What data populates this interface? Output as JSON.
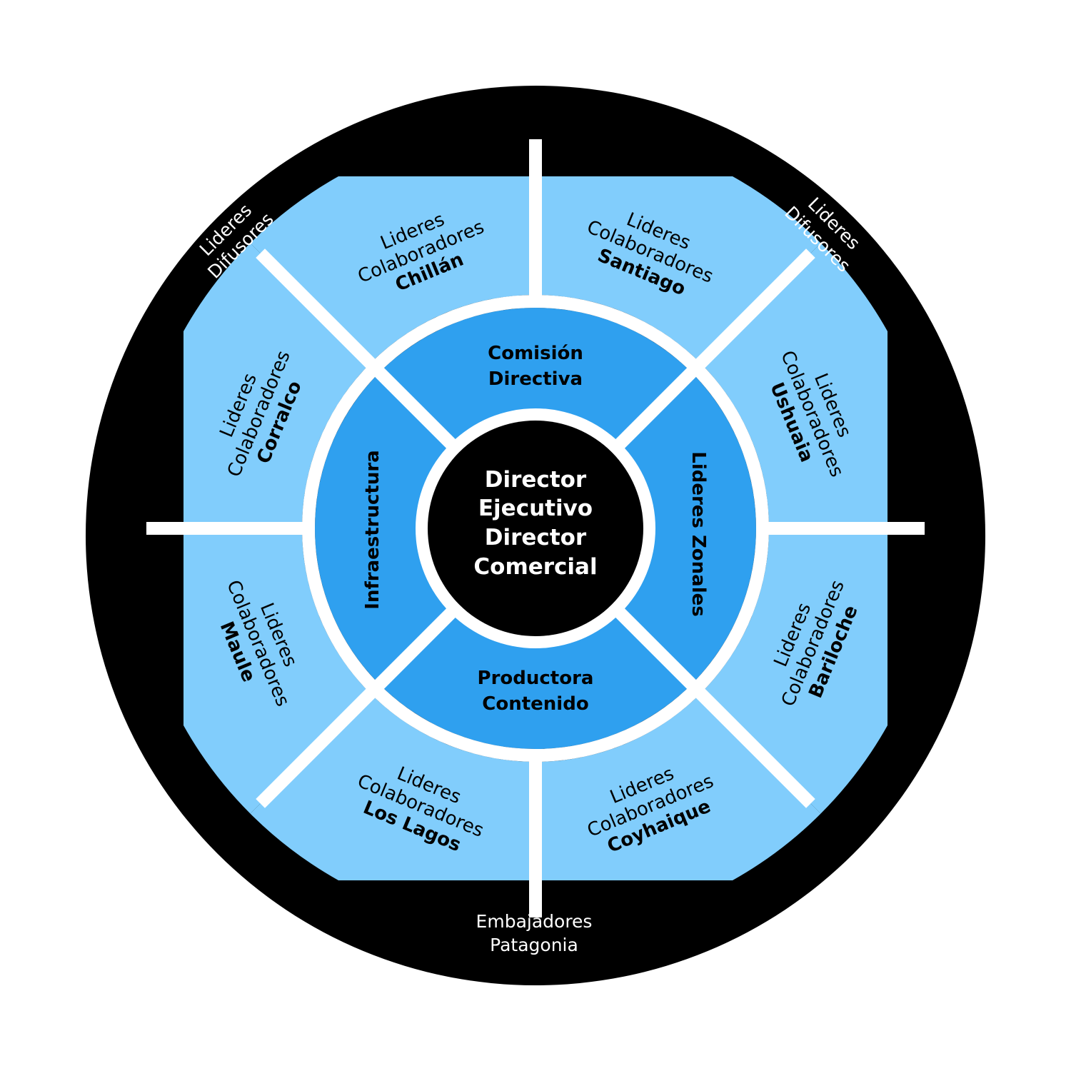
{
  "colors": {
    "outer_ring": "#000000",
    "outer_sector": "#81cdfc",
    "inner_sector": "#2fa0ef",
    "center": "#000000",
    "separator": "#ffffff"
  },
  "center": {
    "lines": [
      "Director",
      "Ejecutivo",
      "Director",
      "Comercial"
    ]
  },
  "inner_ring": [
    {
      "id": "top",
      "lines": [
        "Comisión",
        "Directiva"
      ]
    },
    {
      "id": "right",
      "lines": [
        "Lideres Zonales"
      ]
    },
    {
      "id": "bottom",
      "lines": [
        "Productora",
        "Contenido"
      ]
    },
    {
      "id": "left",
      "lines": [
        "Infraestructura"
      ]
    }
  ],
  "outer_sectors": [
    {
      "line1": "Lideres",
      "line2": "Colaboradores",
      "place": "Santiago"
    },
    {
      "line1": "Lideres",
      "line2": "Colaboradores",
      "place": "Ushuaia"
    },
    {
      "line1": "Lideres",
      "line2": "Colaboradores",
      "place": "Bariloche"
    },
    {
      "line1": "Lideres",
      "line2": "Colaboradores",
      "place": "Coyhaique"
    },
    {
      "line1": "Lideres",
      "line2": "Colaboradores",
      "place": "Los Lagos"
    },
    {
      "line1": "Lideres",
      "line2": "Colaboradores",
      "place": "Maule"
    },
    {
      "line1": "Lideres",
      "line2": "Colaboradores",
      "place": "Corralco"
    },
    {
      "line1": "Lideres",
      "line2": "Colaboradores",
      "place": "Chillán"
    }
  ],
  "ring_labels": {
    "top_left": [
      "Lideres",
      "Difusores"
    ],
    "top_right": [
      "Lideres",
      "Difusores"
    ],
    "bottom": [
      "Embajadores",
      "Patagonia"
    ]
  }
}
